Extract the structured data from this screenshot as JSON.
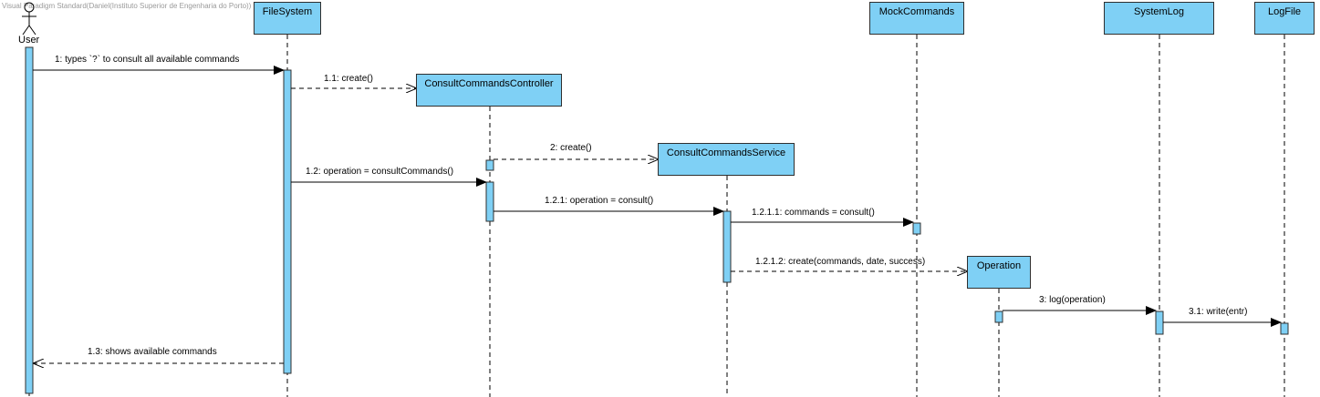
{
  "watermark": "Visual Paradigm Standard(Daniel(Instituto Superior de Engenharia do Porto))",
  "actor": {
    "name": "User"
  },
  "lifelines": [
    "FileSystem",
    "ConsultCommandsController",
    "ConsultCommandsService",
    "MockCommands",
    "Operation",
    "SystemLog",
    "LogFile"
  ],
  "messages": [
    "1: types `?` to consult all available commands",
    "1.1: create()",
    "2: create()",
    "1.2: operation = consultCommands()",
    "1.2.1: operation = consult()",
    "1.2.1.1: commands = consult()",
    "1.2.1.2: create(commands, date, success)",
    "3: log(operation)",
    "3.1: write(entr)",
    "1.3: shows available commands"
  ],
  "colors": {
    "box_fill": "#7fd0f5",
    "box_border": "#2f2f2f",
    "line": "#000000"
  }
}
